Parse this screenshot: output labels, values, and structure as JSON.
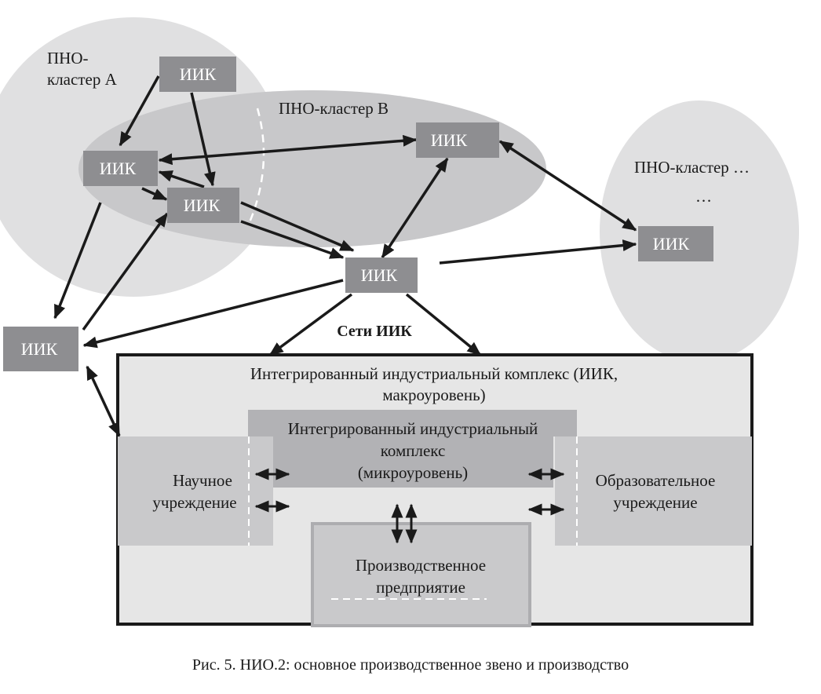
{
  "clusters": {
    "a": {
      "label_line1": "ПНО-",
      "label_line2": "кластер А"
    },
    "b": {
      "label": "ПНО-кластер В"
    },
    "etc": {
      "label": "ПНО-кластер …",
      "ellipsis": "…"
    }
  },
  "nodes": {
    "label": "ИИК",
    "items": [
      {
        "id": "a-top",
        "label": "ИИК"
      },
      {
        "id": "a-left",
        "label": "ИИК"
      },
      {
        "id": "a-mid",
        "label": "ИИК"
      },
      {
        "id": "b-right",
        "label": "ИИК"
      },
      {
        "id": "center",
        "label": "ИИК"
      },
      {
        "id": "left",
        "label": "ИИК"
      },
      {
        "id": "etc",
        "label": "ИИК"
      }
    ]
  },
  "network_label": "Сети ИИК",
  "macro_box": {
    "title_line1": "Интегрированный индустриальный комплекс (ИИК,",
    "title_line2": "макроуровень)"
  },
  "micro_box": {
    "line1": "Интегрированный индустриальный",
    "line2": "комплекс",
    "line3": "(микроуровень)"
  },
  "science_box": {
    "line1": "Научное",
    "line2": "учреждение"
  },
  "education_box": {
    "line1": "Образовательное",
    "line2": "учреждение"
  },
  "production_box": {
    "line1": "Производственное",
    "line2": "предприятие"
  },
  "caption": "Рис. 5. НИО.2: основное производственное звено и производство",
  "colors": {
    "cluster_light": "#e0e0e1",
    "cluster_b": "#c8c8ca",
    "node": "#8e8e91",
    "macro_bg": "#e6e6e6",
    "micro_bg": "#b2b2b5",
    "side_bg": "#c9c9cb",
    "arrow": "#1a1a1a"
  }
}
